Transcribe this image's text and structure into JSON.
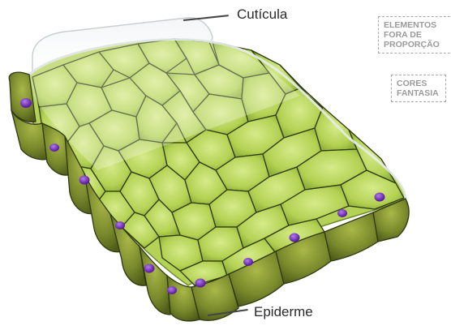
{
  "labels": {
    "cuticle": "Cutícula",
    "epidermis": "Epiderme"
  },
  "tags": {
    "proportion": [
      "ELEMENTOS",
      "FORA DE",
      "PROPORÇÃO"
    ],
    "colors": [
      "CORES",
      "FANTASIA"
    ]
  },
  "colors": {
    "cell_fill": "#b4d255",
    "cell_border": "#2f3a12",
    "epidermis_fill": "#7b8a2a",
    "nucleus": "#7a2fc0",
    "cuticle": "#e9eef0",
    "tag_border": "#a8a8a8"
  }
}
